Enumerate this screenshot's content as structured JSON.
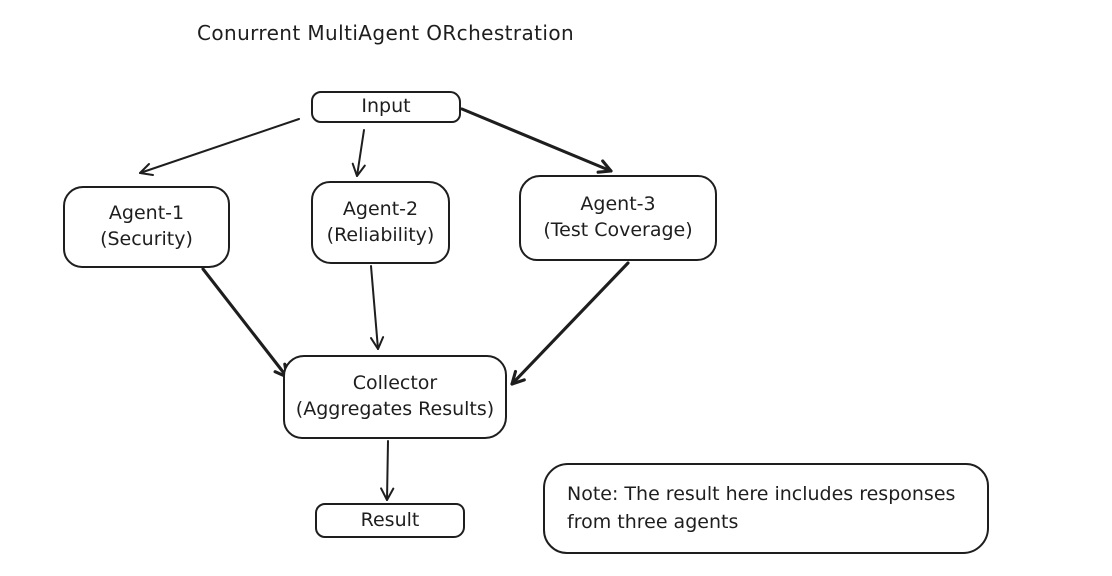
{
  "title": "Conurrent MultiAgent ORchestration",
  "nodes": {
    "input": {
      "label": "Input"
    },
    "agent1": {
      "label": "Agent-1",
      "sublabel": "(Security)"
    },
    "agent2": {
      "label": "Agent-2",
      "sublabel": "(Reliability)"
    },
    "agent3": {
      "label": "Agent-3",
      "sublabel": "(Test Coverage)"
    },
    "collector": {
      "label": "Collector",
      "sublabel": "(Aggregates Results)"
    },
    "result": {
      "label": "Result"
    }
  },
  "note": {
    "lines": [
      "Note: The result here includes responses",
      "from three agents"
    ]
  },
  "edges": [
    {
      "from": "Input",
      "to": "Agent-1",
      "weight": "thin"
    },
    {
      "from": "Input",
      "to": "Agent-2",
      "weight": "thin"
    },
    {
      "from": "Input",
      "to": "Agent-3",
      "weight": "thick"
    },
    {
      "from": "Agent-1",
      "to": "Collector",
      "weight": "thick"
    },
    {
      "from": "Agent-2",
      "to": "Collector",
      "weight": "thin"
    },
    {
      "from": "Agent-3",
      "to": "Collector",
      "weight": "thick"
    },
    {
      "from": "Collector",
      "to": "Result",
      "weight": "thin"
    }
  ],
  "colors": {
    "stroke": "#1e1e1e",
    "background": "#ffffff"
  }
}
